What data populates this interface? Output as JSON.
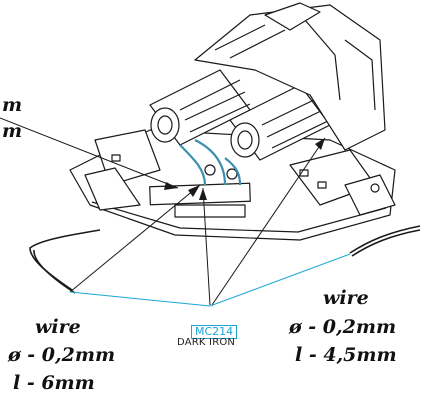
{
  "left_cut": {
    "line1_fragment": "m",
    "line2_fragment": "m"
  },
  "wire_left": {
    "title": "wire",
    "diameter": "ø - 0,2mm",
    "length": "l - 6mm"
  },
  "wire_right": {
    "title": "wire",
    "diameter": "ø - 0,2mm",
    "length": "l - 4,5mm"
  },
  "part": {
    "code": "MC214",
    "name": "DARK IRON"
  },
  "colors": {
    "line_art": "#1a1a1a",
    "wire": "#3b8fb0",
    "callout_blue": "#1aa7d8"
  }
}
